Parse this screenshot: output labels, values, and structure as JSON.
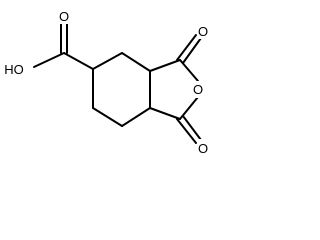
{
  "structure": {
    "labels": {
      "hydroxyl": "HO",
      "carboxyl_oxygen": "O",
      "carbonyl_top": "O",
      "ring_oxygen": "O",
      "carbonyl_bottom": "O"
    }
  },
  "colors": {
    "bond": "#000000",
    "text": "#000000",
    "background": "#ffffff"
  }
}
